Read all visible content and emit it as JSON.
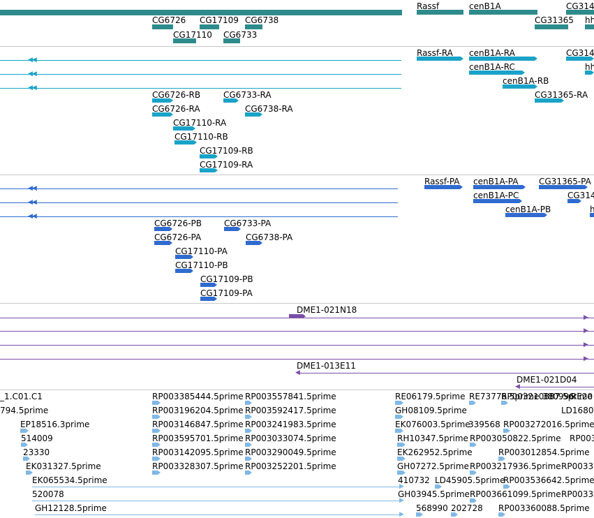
{
  "colors": {
    "gene": "#2e8b8b",
    "mrna": "#1aa3c8",
    "cds": "#2f6bd0",
    "clone": "#7b4fa8",
    "est": "#80b8e6",
    "separator": "#c8c8c8"
  },
  "gene_track": {
    "features": [
      {
        "label": "CG6726"
      },
      {
        "label": "CG17109"
      },
      {
        "label": "CG6738"
      },
      {
        "label": "CG17110"
      },
      {
        "label": "CG6733"
      },
      {
        "label": "Rassf"
      },
      {
        "label": "cenB1A"
      },
      {
        "label": "CG314"
      },
      {
        "label": "CG31365"
      },
      {
        "label": "hh"
      }
    ]
  },
  "transcript_track": {
    "features": [
      {
        "label": "Rassf-RA"
      },
      {
        "label": "cenB1A-RA"
      },
      {
        "label": "CG314"
      },
      {
        "label": "cenB1A-RC"
      },
      {
        "label": "hh"
      },
      {
        "label": "cenB1A-RB"
      },
      {
        "label": "CG31365-RA"
      },
      {
        "label": "CG6726-RB"
      },
      {
        "label": "CG6733-RA"
      },
      {
        "label": "CG6726-RA"
      },
      {
        "label": "CG6738-RA"
      },
      {
        "label": "CG17110-RA"
      },
      {
        "label": "CG17110-RB"
      },
      {
        "label": "CG17109-RB"
      },
      {
        "label": "CG17109-RA"
      }
    ]
  },
  "cds_track": {
    "features": [
      {
        "label": "Rassf-PA"
      },
      {
        "label": "cenB1A-PA"
      },
      {
        "label": "CG31365-PA"
      },
      {
        "label": "cenB1A-PC"
      },
      {
        "label": "CG314"
      },
      {
        "label": "cenB1A-PB"
      },
      {
        "label": "h"
      },
      {
        "label": "CG6726-PB"
      },
      {
        "label": "CG6733-PA"
      },
      {
        "label": "CG6726-PA"
      },
      {
        "label": "CG6738-PA"
      },
      {
        "label": "CG17110-PA"
      },
      {
        "label": "CG17110-PB"
      },
      {
        "label": "CG17109-PB"
      },
      {
        "label": "CG17109-PA"
      }
    ]
  },
  "clone_track": {
    "features": [
      {
        "label": "DME1-021N18"
      },
      {
        "label": "DME1-013E11"
      },
      {
        "label": "DME1-021D04"
      }
    ]
  },
  "est_track": {
    "features": [
      {
        "label": "_1.C01.C1"
      },
      {
        "label": "RP003385444.5prime"
      },
      {
        "label": "RP003557841.5prime"
      },
      {
        "label": "RE06179.5prime"
      },
      {
        "label": "RE73776.5prime"
      },
      {
        "label": "RP003210887.5prime"
      },
      {
        "label": "380996"
      },
      {
        "label": "RE20"
      },
      {
        "label": "794.5prime"
      },
      {
        "label": "RP003196204.5prime"
      },
      {
        "label": "RP003592417.5prime"
      },
      {
        "label": "GH08109.5prime"
      },
      {
        "label": "LD1680"
      },
      {
        "label": "EP18516.3prime"
      },
      {
        "label": "RP003146847.5prime"
      },
      {
        "label": "RP003241983.5prime"
      },
      {
        "label": "EK076003.5prime"
      },
      {
        "label": "339568"
      },
      {
        "label": "RP003272016.5prime"
      },
      {
        "label": "514009"
      },
      {
        "label": "RP003595701.5prime"
      },
      {
        "label": "RP003033074.5prime"
      },
      {
        "label": "RH10347.5prime"
      },
      {
        "label": "RP003050822.5prime"
      },
      {
        "label": "RP0033"
      },
      {
        "label": "23330"
      },
      {
        "label": "RP003142095.5prime"
      },
      {
        "label": "RP003290049.5prime"
      },
      {
        "label": "EK262952.5prime"
      },
      {
        "label": "RP003012854.5prime"
      },
      {
        "label": "EK031327.5prime"
      },
      {
        "label": "RP003328307.5prime"
      },
      {
        "label": "RP003252201.5prime"
      },
      {
        "label": "GH07272.5prime"
      },
      {
        "label": "RP003217936.5prime"
      },
      {
        "label": "RP0033"
      },
      {
        "label": "EK065534.5prime"
      },
      {
        "label": "410732"
      },
      {
        "label": "LD45905.5prime"
      },
      {
        "label": "RP003536642.5prime"
      },
      {
        "label": "520078"
      },
      {
        "label": "GH03945.5prime"
      },
      {
        "label": "RP003661099.5prime"
      },
      {
        "label": "RP00334"
      },
      {
        "label": "GH12128.5prime"
      },
      {
        "label": "568990"
      },
      {
        "label": "202728"
      },
      {
        "label": "RP003360088.5prime"
      }
    ]
  }
}
